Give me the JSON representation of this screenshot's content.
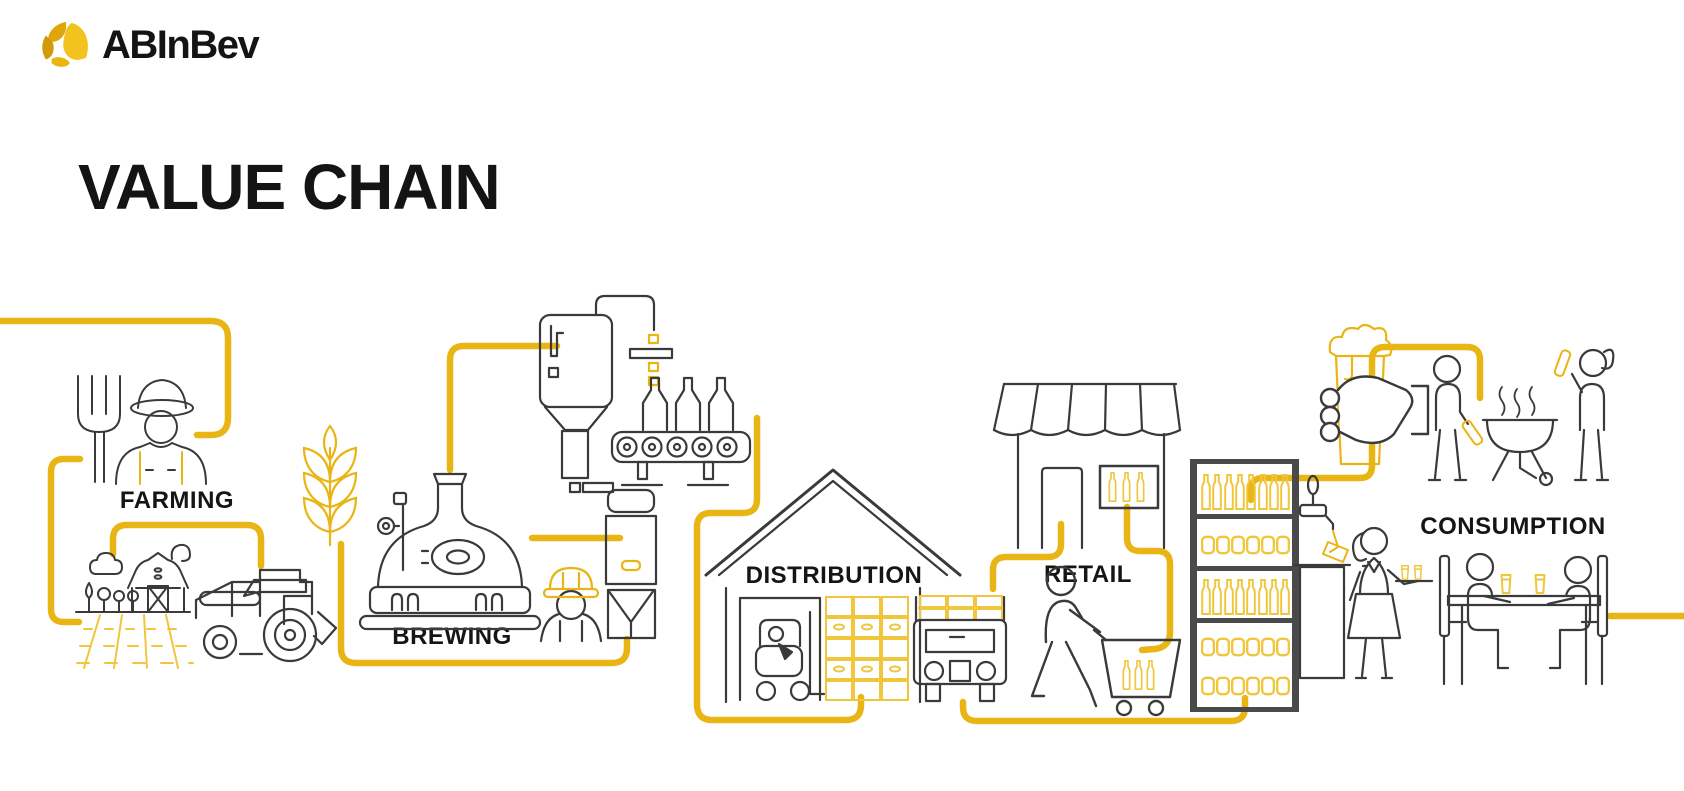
{
  "brand": {
    "name": "ABInBev",
    "logo_icon": "hops-seed-logo"
  },
  "title": "VALUE CHAIN",
  "stages": [
    {
      "id": "farming",
      "label": "FARMING",
      "icons": [
        "pitchfork-icon",
        "farmer-icon",
        "barn-field-icon",
        "harvester-icon"
      ]
    },
    {
      "id": "brewing",
      "label": "BREWING",
      "icons": [
        "wheat-icon",
        "brew-kettle-icon",
        "fermentation-tank-icon",
        "bottling-line-icon",
        "grain-hopper-icon",
        "brewery-worker-icon"
      ]
    },
    {
      "id": "distribution",
      "label": "DISTRIBUTION",
      "icons": [
        "warehouse-icon",
        "forklift-icon",
        "crate-stack-icon"
      ]
    },
    {
      "id": "retail",
      "label": "RETAIL",
      "icons": [
        "delivery-truck-icon",
        "storefront-icon",
        "shopper-cart-icon"
      ]
    },
    {
      "id": "consumption",
      "label": "CONSUMPTION",
      "icons": [
        "hand-beer-glass-icon",
        "bottle-shelf-icon",
        "beer-tap-icon",
        "waitress-icon",
        "barbecue-icon",
        "diners-table-icon"
      ]
    }
  ],
  "colors": {
    "background": "#FFFFFF",
    "accent_yellow": "#E9B514",
    "accent_yellow_light": "#EFC63C",
    "line_dark": "#3A3A3A",
    "text": "#141414"
  }
}
